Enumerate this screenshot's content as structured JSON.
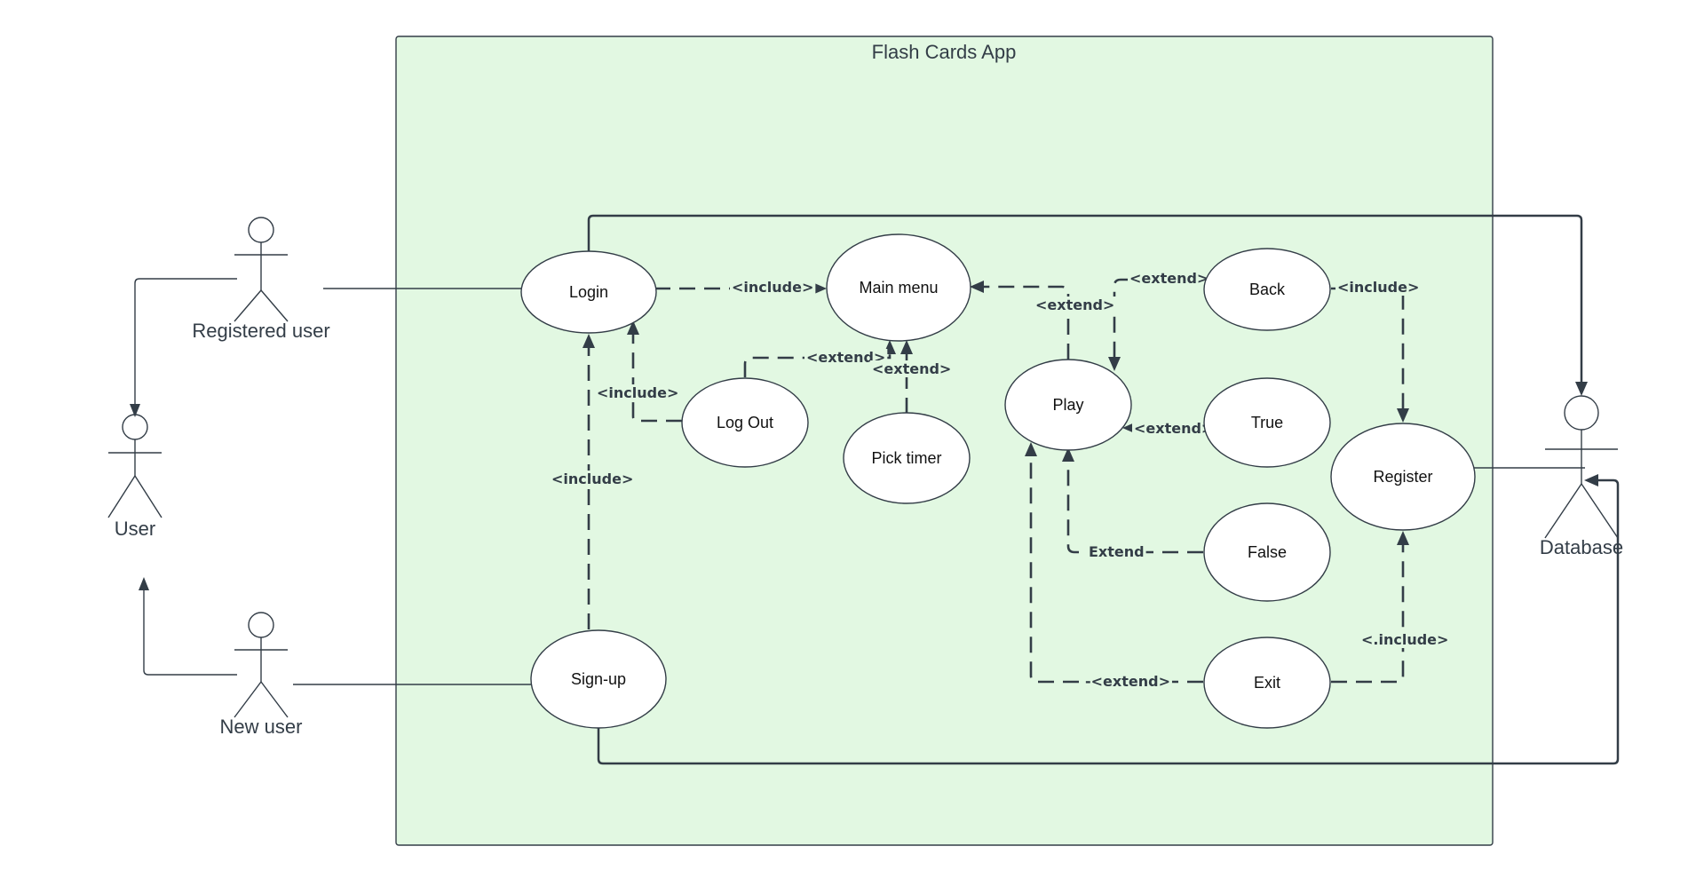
{
  "system": {
    "title": "Flash Cards App"
  },
  "colors": {
    "boundary_fill": "#e2f8e2",
    "stroke": "#333d47",
    "use_case_fill": "#ffffff"
  },
  "actors": {
    "registered_user": "Registered user",
    "user": "User",
    "new_user": "New user",
    "database": "Database"
  },
  "use_cases": {
    "login": "Login",
    "main_menu": "Main menu",
    "log_out": "Log Out",
    "pick_timer": "Pick timer",
    "play": "Play",
    "back": "Back",
    "true_case": "True",
    "false_case": "False",
    "exit": "Exit",
    "register": "Register",
    "sign_up": "Sign-up"
  },
  "relations": {
    "login_main_menu": "<include>",
    "logout_main_menu": "<extend>",
    "pick_timer_main_menu": "<extend>",
    "play_main_menu": "<extend>",
    "logout_login": "<include>",
    "signup_login": "<include>",
    "back_play": "<extend>",
    "back_register": "<include>",
    "true_play": "<extend>",
    "false_play": "Extend",
    "exit_play": "-<extend>",
    "exit_register": "<.include>"
  }
}
